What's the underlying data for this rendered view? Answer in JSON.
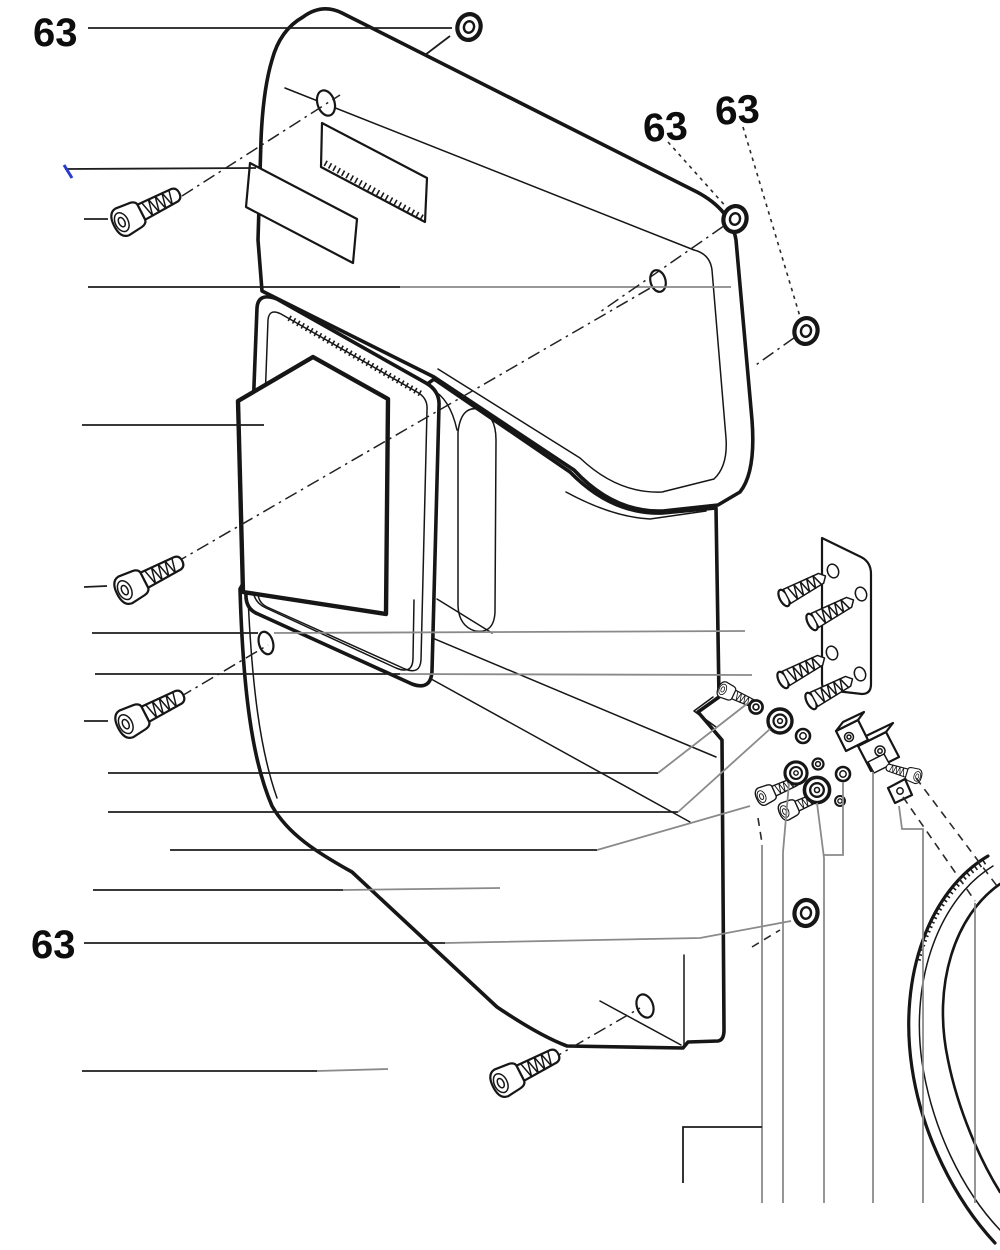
{
  "figure": {
    "kind": "exploded-parts-diagram",
    "background": "#ffffff"
  },
  "callouts": [
    {
      "id": "callout-top-left",
      "text": "63"
    },
    {
      "id": "callout-upper-right-1",
      "text": "63"
    },
    {
      "id": "callout-upper-right-2",
      "text": "63"
    },
    {
      "id": "callout-bottom-left",
      "text": "63"
    }
  ],
  "colors": {
    "line": "#161616",
    "leader_gray": "#8a8a8a",
    "artifact_blue": "#2b3bd0"
  },
  "parts": [
    "top-rear-cover",
    "bottom-rear-cover",
    "window-gasket-frame",
    "window-lens",
    "nameplate",
    "nameplate-slot",
    "flat-washer-top",
    "flat-washer-right-1",
    "flat-washer-right-2",
    "flat-washer-bottom",
    "socket-head-screw-1",
    "socket-head-screw-2",
    "socket-head-screw-3",
    "socket-head-screw-4",
    "switch-mounting-plate",
    "plate-screw-1",
    "plate-screw-2",
    "plate-screw-3",
    "plate-screw-4",
    "pivot-screw-1",
    "pivot-screw-2",
    "pivot-screw-3",
    "small-washer",
    "bearing",
    "roller-1",
    "roller-2",
    "washer-small-2",
    "hex-nut-1",
    "hex-nut-2",
    "switch-block-a",
    "switch-block-b",
    "switch-block-c",
    "block-screw",
    "cable-loop"
  ]
}
